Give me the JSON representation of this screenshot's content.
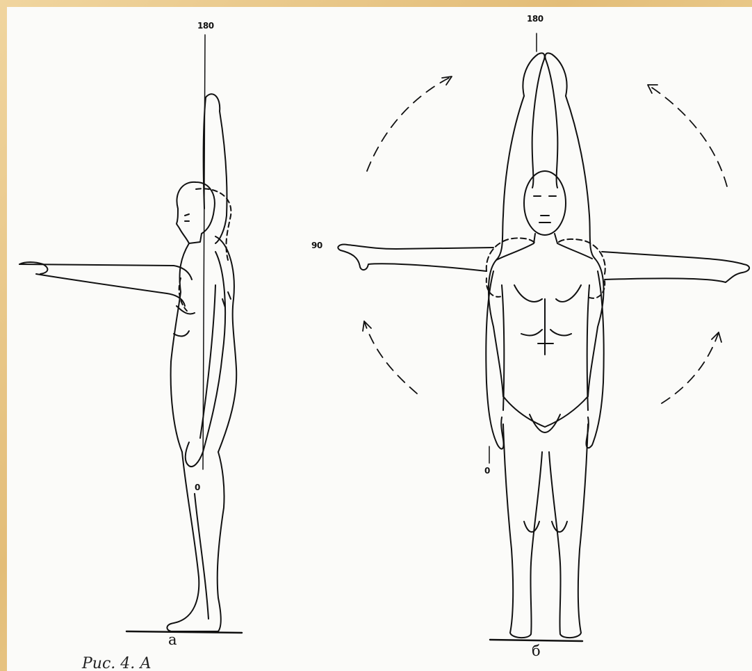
{
  "figure": {
    "left_panel": {
      "label": "а",
      "angle_top": "180",
      "angle_bottom": "0"
    },
    "right_panel": {
      "label": "б",
      "angle_top": "180",
      "angle_side": "90",
      "angle_bottom": "0"
    },
    "caption": "Рис. 4. А"
  },
  "colors": {
    "frame": "#e9c98d",
    "paper": "#fbfbf9",
    "ink": "#111111"
  }
}
